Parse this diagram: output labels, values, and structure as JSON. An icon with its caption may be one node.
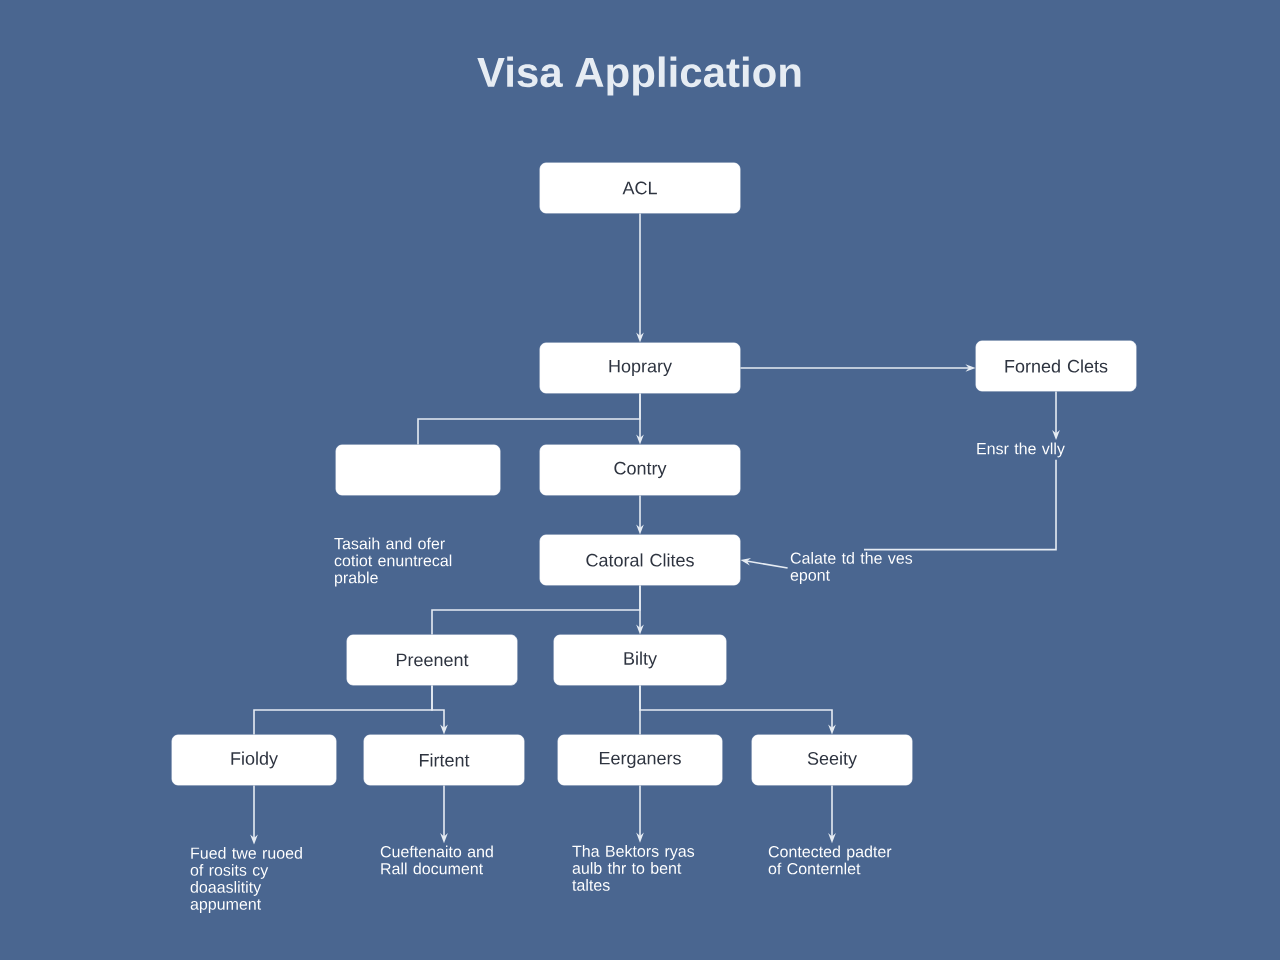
{
  "diagram": {
    "title": "Visa Application",
    "nodes": [
      {
        "text": [
          "ACL"
        ]
      },
      {
        "text": [
          "Hoprary"
        ]
      },
      {
        "text": [
          "Forned Clets"
        ]
      },
      {
        "text": [],
        "shape": "box"
      },
      {
        "text": [
          "Contry"
        ]
      },
      {
        "text": [
          "Ensr the vlly"
        ]
      },
      {
        "text": [
          "Catoral Clites"
        ]
      },
      {
        "text": [
          "Calate td the ves epont"
        ]
      },
      {
        "text": [
          "Preenent"
        ]
      },
      {
        "text": [
          "Bilty"
        ]
      },
      {
        "text": [
          "Fioldy"
        ]
      },
      {
        "text": [
          "Firtent"
        ]
      },
      {
        "text": [
          "Eerganers"
        ]
      },
      {
        "text": [
          "Seeity"
        ]
      },
      {
        "text": [
          "Fued twe ruoed of rosits cy doaaslitity appument"
        ]
      },
      {
        "text": [
          "Cueftenaito and Rall document"
        ]
      },
      {
        "text": [
          "Tha Bektors ryas aulb thr to bent taltes"
        ]
      },
      {
        "text": [
          "Contected padter of Conternlet"
        ]
      }
    ],
    "edges": [
      {
        "from": 0,
        "to": 1,
        "arrow": "to"
      },
      {
        "from": 1,
        "to": 2,
        "arrow": "to"
      },
      {
        "from": 1,
        "to": 3,
        "arrow": "none"
      },
      {
        "from": 1,
        "to": 4,
        "arrow": "to"
      },
      {
        "from": 2,
        "to": 5,
        "arrow": "to"
      },
      {
        "from": 4,
        "to": 6,
        "arrow": "to"
      },
      {
        "from": 5,
        "to": 7,
        "arrow": "none"
      },
      {
        "from": 7,
        "to": 6,
        "arrow": "to"
      },
      {
        "from": 6,
        "to": 8,
        "arrow": "none"
      },
      {
        "from": 6,
        "to": 9,
        "arrow": "to"
      },
      {
        "from": 8,
        "to": 10,
        "arrow": "none"
      },
      {
        "from": 8,
        "to": 11,
        "arrow": "to"
      },
      {
        "from": 9,
        "to": 12,
        "arrow": "none"
      },
      {
        "from": 9,
        "to": 13,
        "arrow": "to"
      },
      {
        "from": 10,
        "to": 14,
        "arrow": "to"
      },
      {
        "from": 11,
        "to": 15,
        "arrow": "to"
      },
      {
        "from": 12,
        "to": 16,
        "arrow": "to"
      },
      {
        "from": 13,
        "to": 17,
        "arrow": "to"
      }
    ],
    "labels": [
      "Tasaih and ofer cotiot enuntrecal prable"
    ]
  }
}
